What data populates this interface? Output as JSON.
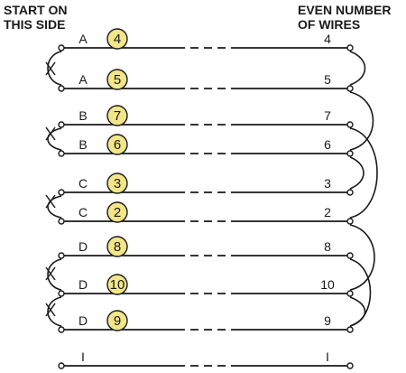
{
  "headers": {
    "left": [
      "START ON",
      "THIS SIDE"
    ],
    "right": [
      "EVEN NUMBER",
      "OF WIRES"
    ]
  },
  "colors": {
    "ink": "#1a1a1a",
    "badge_fill": "#f2e58a",
    "badge_stroke": "#1a1a1a"
  },
  "rows": [
    {
      "group": "A",
      "badge": "4",
      "right": "4",
      "cross": false
    },
    {
      "group": "A",
      "badge": "5",
      "right": "5",
      "cross": true
    },
    {
      "group": "B",
      "badge": "7",
      "right": "7",
      "cross": false
    },
    {
      "group": "B",
      "badge": "6",
      "right": "6",
      "cross": true
    },
    {
      "group": "C",
      "badge": "3",
      "right": "3",
      "cross": false
    },
    {
      "group": "C",
      "badge": "2",
      "right": "2",
      "cross": true
    },
    {
      "group": "D",
      "badge": "8",
      "right": "8",
      "cross": false
    },
    {
      "group": "D",
      "badge": "10",
      "right": "10",
      "cross": true
    },
    {
      "group": "D",
      "badge": "9",
      "right": "9",
      "cross": true
    },
    {
      "group": "I",
      "badge": "",
      "right": "I",
      "cross": false
    }
  ],
  "left_loops": [
    [
      0,
      1
    ],
    [
      2,
      3
    ],
    [
      4,
      5
    ],
    [
      6,
      7
    ],
    [
      7,
      8
    ]
  ],
  "right_loops": [
    [
      0,
      1
    ],
    [
      1,
      3
    ],
    [
      2,
      5
    ],
    [
      3,
      4
    ],
    [
      5,
      7
    ],
    [
      6,
      8
    ],
    [
      7,
      8
    ]
  ]
}
